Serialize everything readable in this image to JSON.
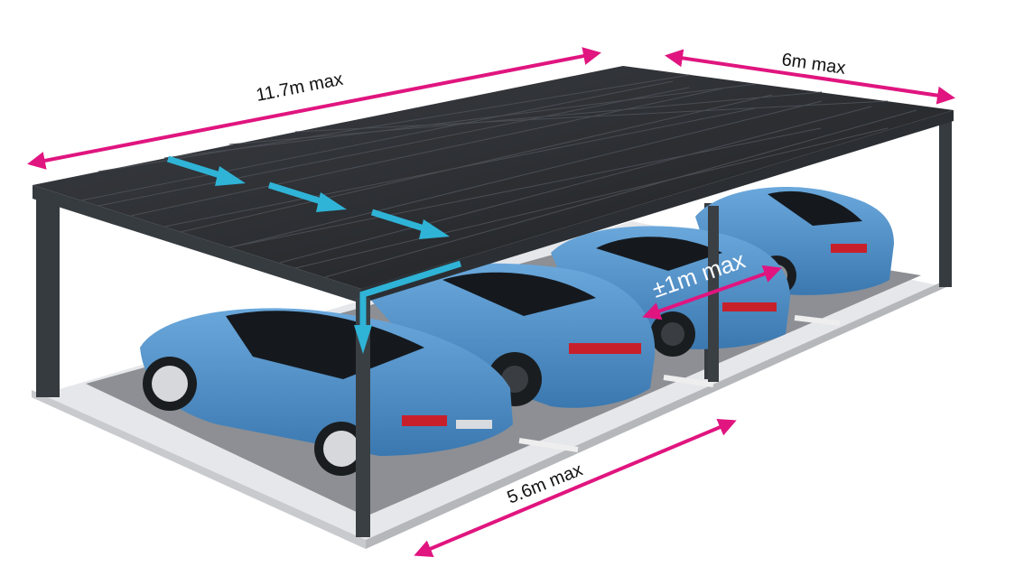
{
  "dimensions": {
    "length": "11.7m max",
    "width": "6m max",
    "height_adjust": "±1m max",
    "clearance": "5.6m max"
  },
  "colors": {
    "annotation": "#e0157f",
    "flow_arrow": "#2fb3d6",
    "roof": "#2a2d31",
    "frame": "#363b40",
    "car": "#4d8fc6",
    "ground": "#8d8f94",
    "slab_edge": "#e6e7ea"
  }
}
